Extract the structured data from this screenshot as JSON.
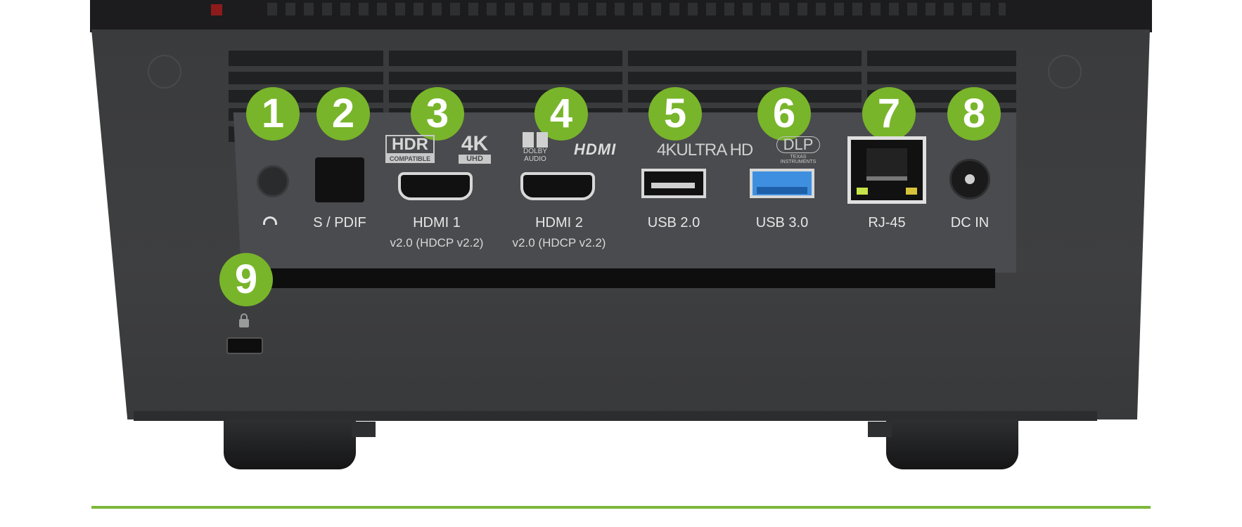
{
  "badges": [
    "1",
    "2",
    "3",
    "4",
    "5",
    "6",
    "7",
    "8",
    "9"
  ],
  "ports": {
    "headphone": {
      "icon": "headphone-icon"
    },
    "spdif": {
      "label": "S / PDIF"
    },
    "hdmi1": {
      "label": "HDMI 1",
      "sub": "v2.0 (HDCP v2.2)"
    },
    "hdmi2": {
      "label": "HDMI 2",
      "sub": "v2.0 (HDCP v2.2)"
    },
    "usb2": {
      "label": "USB 2.0"
    },
    "usb3": {
      "label": "USB 3.0"
    },
    "rj45": {
      "label": "RJ-45"
    },
    "dcin": {
      "label": "DC IN"
    }
  },
  "logos": {
    "hdr_main": "HDR",
    "hdr_sub": "COMPATIBLE",
    "fourk_main": "4K",
    "fourk_sub": "UHD",
    "dolby_main": "DOLBY",
    "dolby_sub": "AUDIO",
    "hdmi": "HDMI",
    "ultrahd": "4KULTRA HD",
    "dlp_main": "DLP",
    "dlp_sub": "TEXAS INSTRUMENTS"
  },
  "colors": {
    "badge_green": "#78b52a",
    "divider_green": "#7cb83a",
    "usb3_blue": "#3f8fe0"
  }
}
